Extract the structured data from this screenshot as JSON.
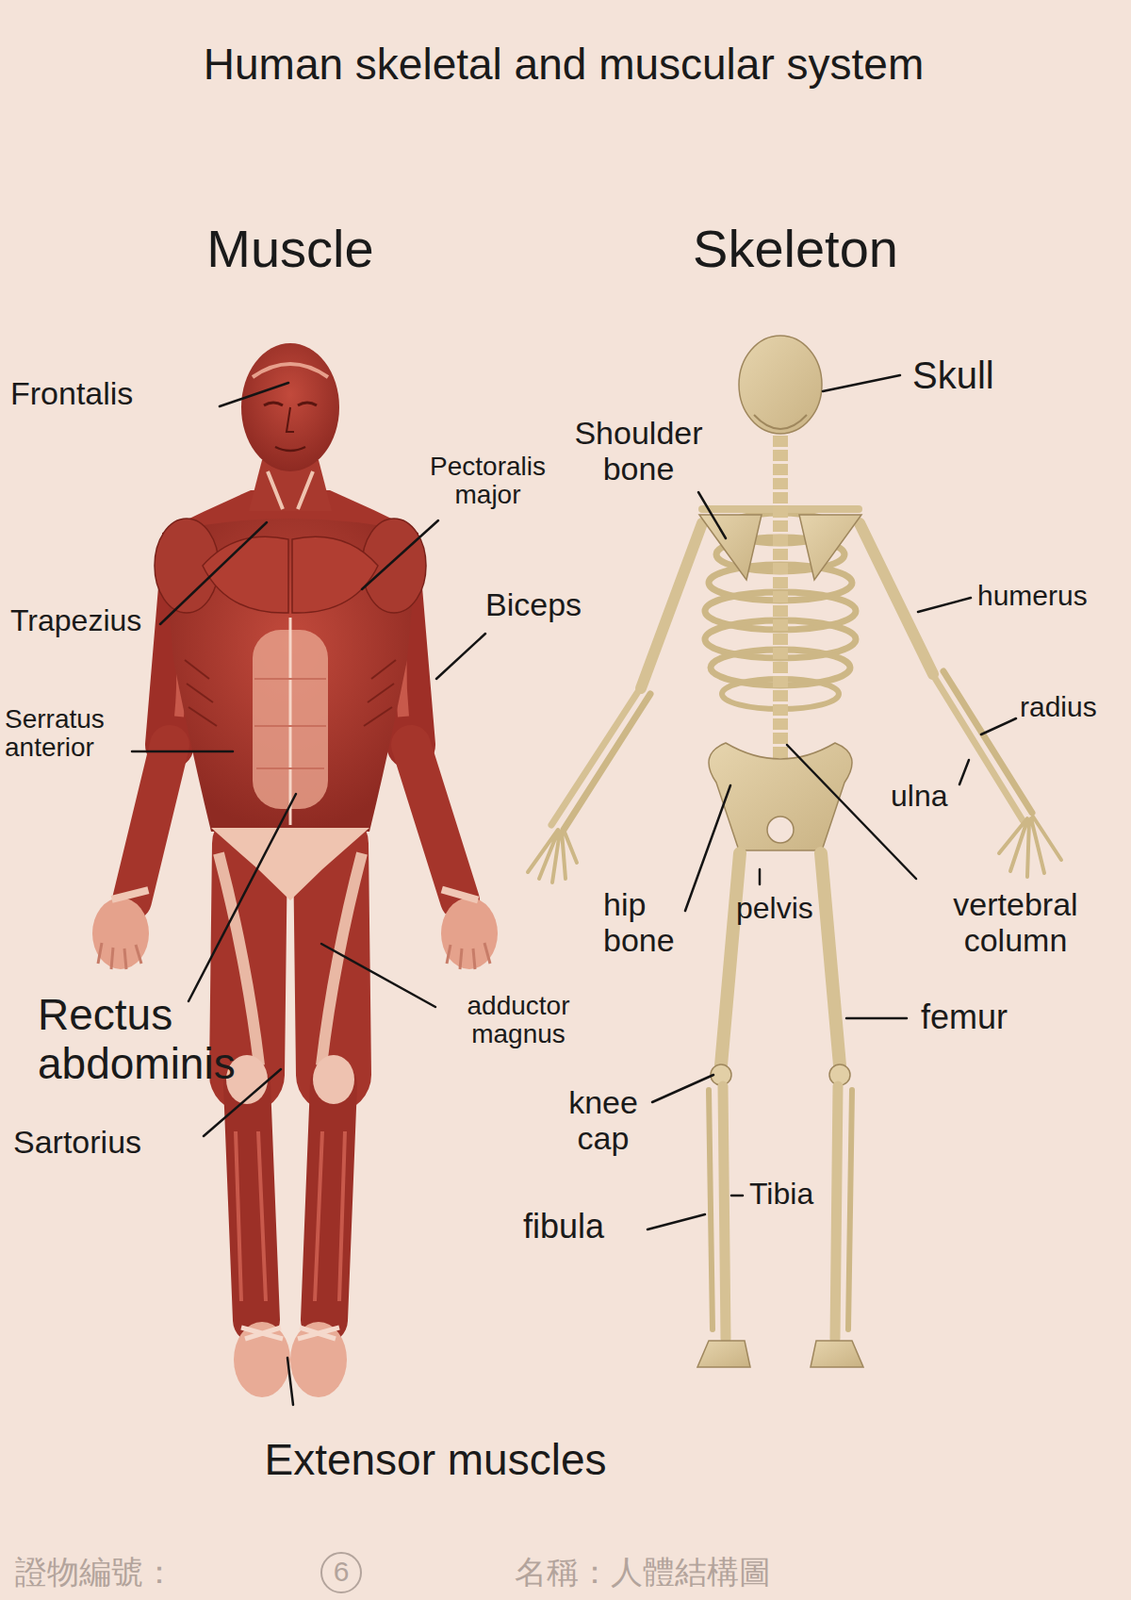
{
  "diagram": {
    "title": "Human skeletal and muscular system",
    "labels": [
      "Muscle",
      "Skeleton",
      "Frontalis",
      "Pectoralis major",
      "Trapezius",
      "Biceps",
      "Serratus anterior",
      "Rectus abdominis",
      "Sartorius",
      "adductor magnus",
      "Extensor muscles",
      "Skull",
      "Shoulder bone",
      "humerus",
      "radius",
      "ulna",
      "hip bone",
      "pelvis",
      "vertebral column",
      "femur",
      "knee cap",
      "Tibia",
      "fibula",
      "證物編號：",
      "6",
      "名稱：人體結構圖"
    ]
  }
}
